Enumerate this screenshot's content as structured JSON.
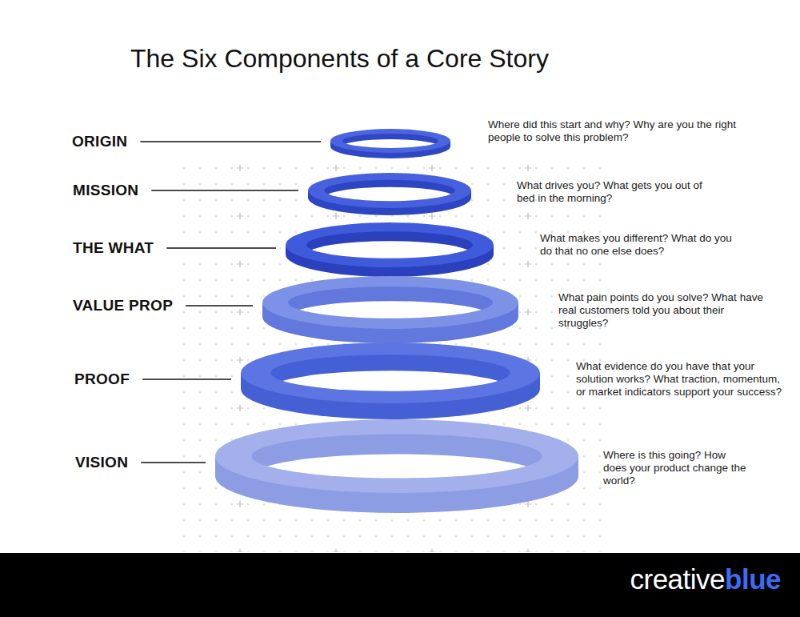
{
  "diagram": {
    "title": "The Six Components of a Core Story",
    "nodes": [
      {
        "text": [
          "ORIGIN",
          "Where did this start and why? Why are you the right people to solve this problem?"
        ]
      },
      {
        "text": [
          "MISSION",
          "What drives you? What gets you out of bed in the morning?"
        ]
      },
      {
        "text": [
          "THE WHAT",
          "What makes you different? What do you do that no one else does?"
        ]
      },
      {
        "text": [
          "VALUE PROP",
          "What pain points do you solve? What have real customers told you about their struggles?"
        ]
      },
      {
        "text": [
          "PROOF",
          "What evidence do you have that your solution works? What traction, momentum, or market indicators support your success?"
        ]
      },
      {
        "text": [
          "VISION",
          "Where is this going? How does your product change the world?"
        ]
      }
    ],
    "labels": [
      "creative",
      "blue"
    ]
  }
}
